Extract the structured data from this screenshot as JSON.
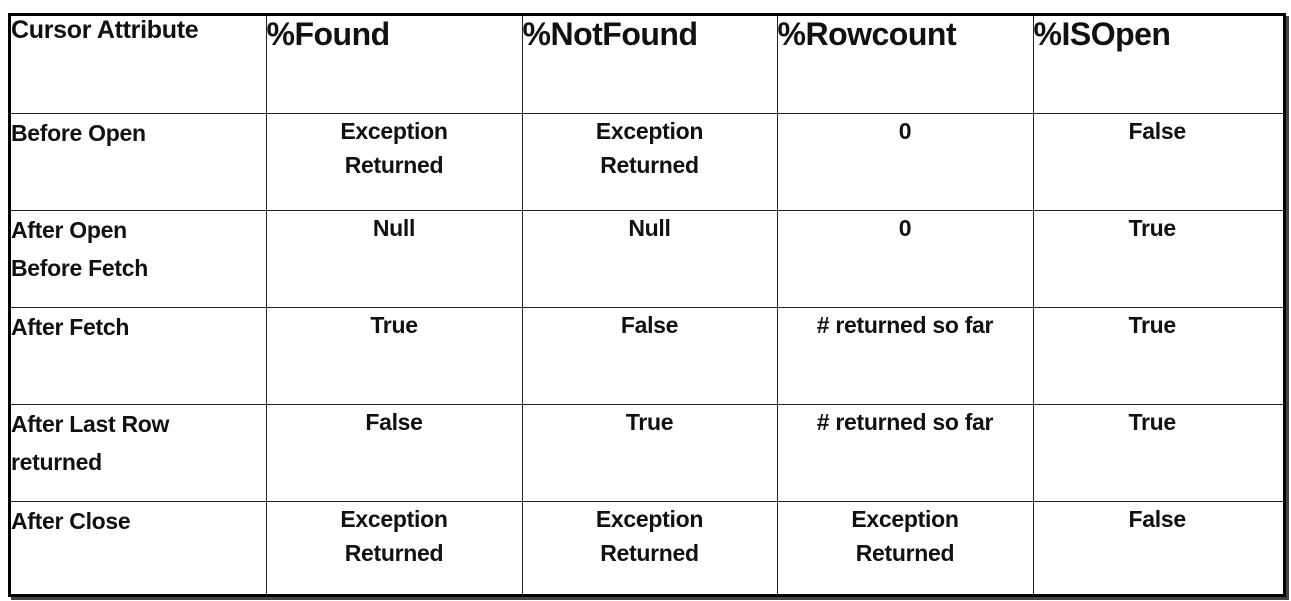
{
  "header": {
    "first": "Cursor Attribute",
    "attributes": [
      "%Found",
      "%NotFound",
      "%Rowcount",
      "%ISOpen"
    ]
  },
  "rows": [
    {
      "label": [
        "Before Open"
      ],
      "found": [
        "Exception",
        "Returned"
      ],
      "notfound": [
        "Exception",
        "Returned"
      ],
      "rowcount": [
        "0"
      ],
      "isopen": [
        "False"
      ]
    },
    {
      "label": [
        "After Open",
        "Before Fetch"
      ],
      "found": [
        "Null"
      ],
      "notfound": [
        "Null"
      ],
      "rowcount": [
        "0"
      ],
      "isopen": [
        "True"
      ]
    },
    {
      "label": [
        "After Fetch"
      ],
      "found": [
        "True"
      ],
      "notfound": [
        "False"
      ],
      "rowcount": [
        "# returned so far"
      ],
      "isopen": [
        "True"
      ]
    },
    {
      "label": [
        "After Last Row",
        "returned"
      ],
      "found": [
        "False"
      ],
      "notfound": [
        "True"
      ],
      "rowcount": [
        "# returned so far"
      ],
      "isopen": [
        "True"
      ]
    },
    {
      "label": [
        "After Close"
      ],
      "found": [
        "Exception",
        "Returned"
      ],
      "notfound": [
        "Exception",
        "Returned"
      ],
      "rowcount": [
        "Exception",
        "Returned"
      ],
      "isopen": [
        "False"
      ]
    }
  ]
}
